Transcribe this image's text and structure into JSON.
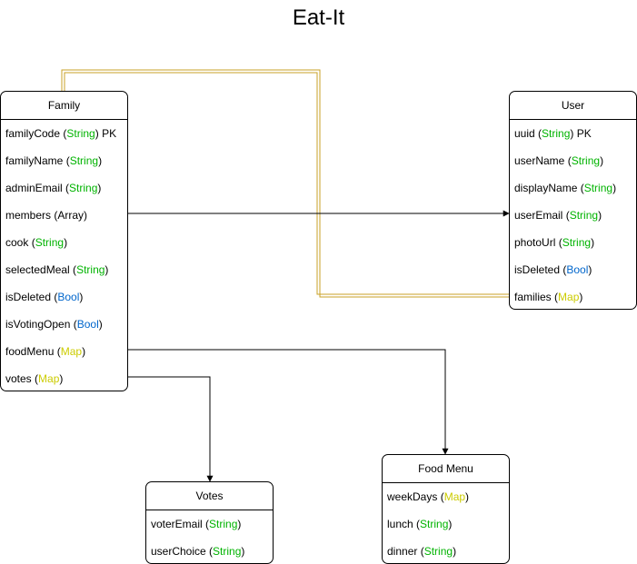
{
  "title": "Eat-It",
  "type_colors": {
    "String": "#00b300",
    "Bool": "#0066cc",
    "Map": "#cccc00",
    "Array": "#000000"
  },
  "entities": {
    "family": {
      "name": "Family",
      "fields": [
        {
          "name": "familyCode",
          "type": "String",
          "suffix": "PK"
        },
        {
          "name": "familyName",
          "type": "String"
        },
        {
          "name": "adminEmail",
          "type": "String"
        },
        {
          "name": "members",
          "type": "Array"
        },
        {
          "name": "cook",
          "type": "String"
        },
        {
          "name": "selectedMeal",
          "type": "String"
        },
        {
          "name": "isDeleted",
          "type": "Bool"
        },
        {
          "name": "isVotingOpen",
          "type": "Bool"
        },
        {
          "name": "foodMenu",
          "type": "Map"
        },
        {
          "name": "votes",
          "type": "Map"
        }
      ]
    },
    "user": {
      "name": "User",
      "fields": [
        {
          "name": "uuid",
          "type": "String",
          "suffix": "PK"
        },
        {
          "name": "userName",
          "type": "String"
        },
        {
          "name": "displayName",
          "type": "String"
        },
        {
          "name": "userEmail",
          "type": "String"
        },
        {
          "name": "photoUrl",
          "type": "String"
        },
        {
          "name": "isDeleted",
          "type": "Bool"
        },
        {
          "name": "families",
          "type": "Map"
        }
      ]
    },
    "votes": {
      "name": "Votes",
      "fields": [
        {
          "name": "voterEmail",
          "type": "String"
        },
        {
          "name": "userChoice",
          "type": "String"
        }
      ]
    },
    "food_menu": {
      "name": "Food Menu",
      "fields": [
        {
          "name": "weekDays",
          "type": "Map"
        },
        {
          "name": "lunch",
          "type": "String"
        },
        {
          "name": "dinner",
          "type": "String"
        }
      ]
    }
  }
}
